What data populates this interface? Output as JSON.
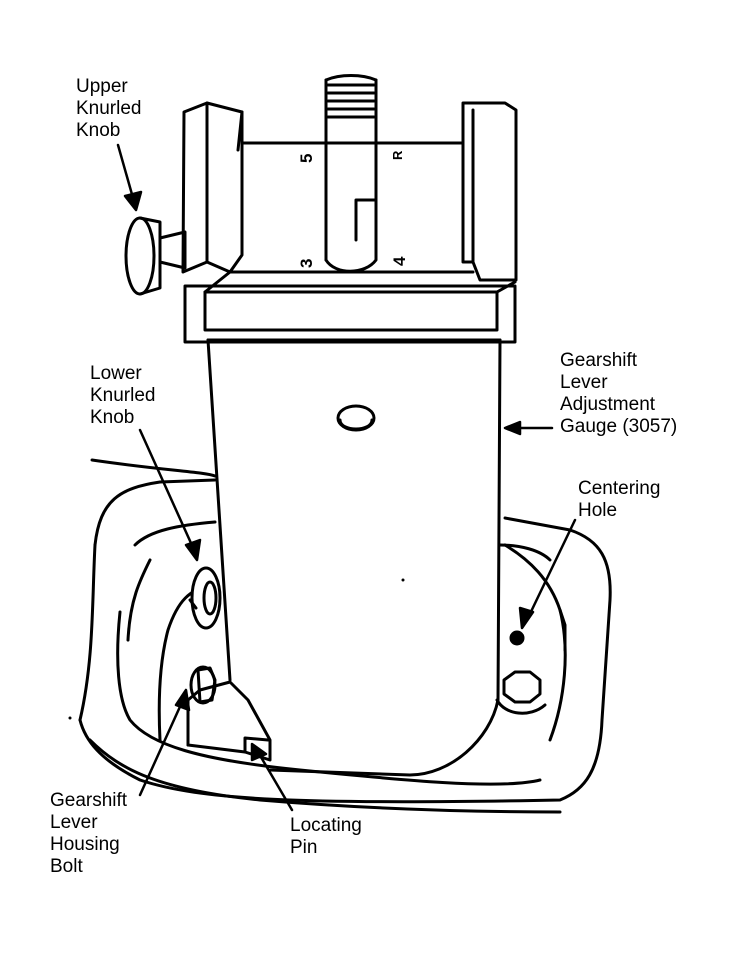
{
  "labels": {
    "upper_knob": "Upper\nKnurled\nKnob",
    "lower_knob": "Lower\nKnurled\nKnob",
    "gauge": "Gearshift\nLever\nAdjustment\nGauge (3057)",
    "centering_hole": "Centering\nHole",
    "housing_bolt": "Gearshift\nLever\nHousing\nBolt",
    "locating_pin": "Locating\nPin"
  },
  "gauge_marks": {
    "five": "5",
    "reverse": "R",
    "three": "3",
    "four": "4"
  }
}
